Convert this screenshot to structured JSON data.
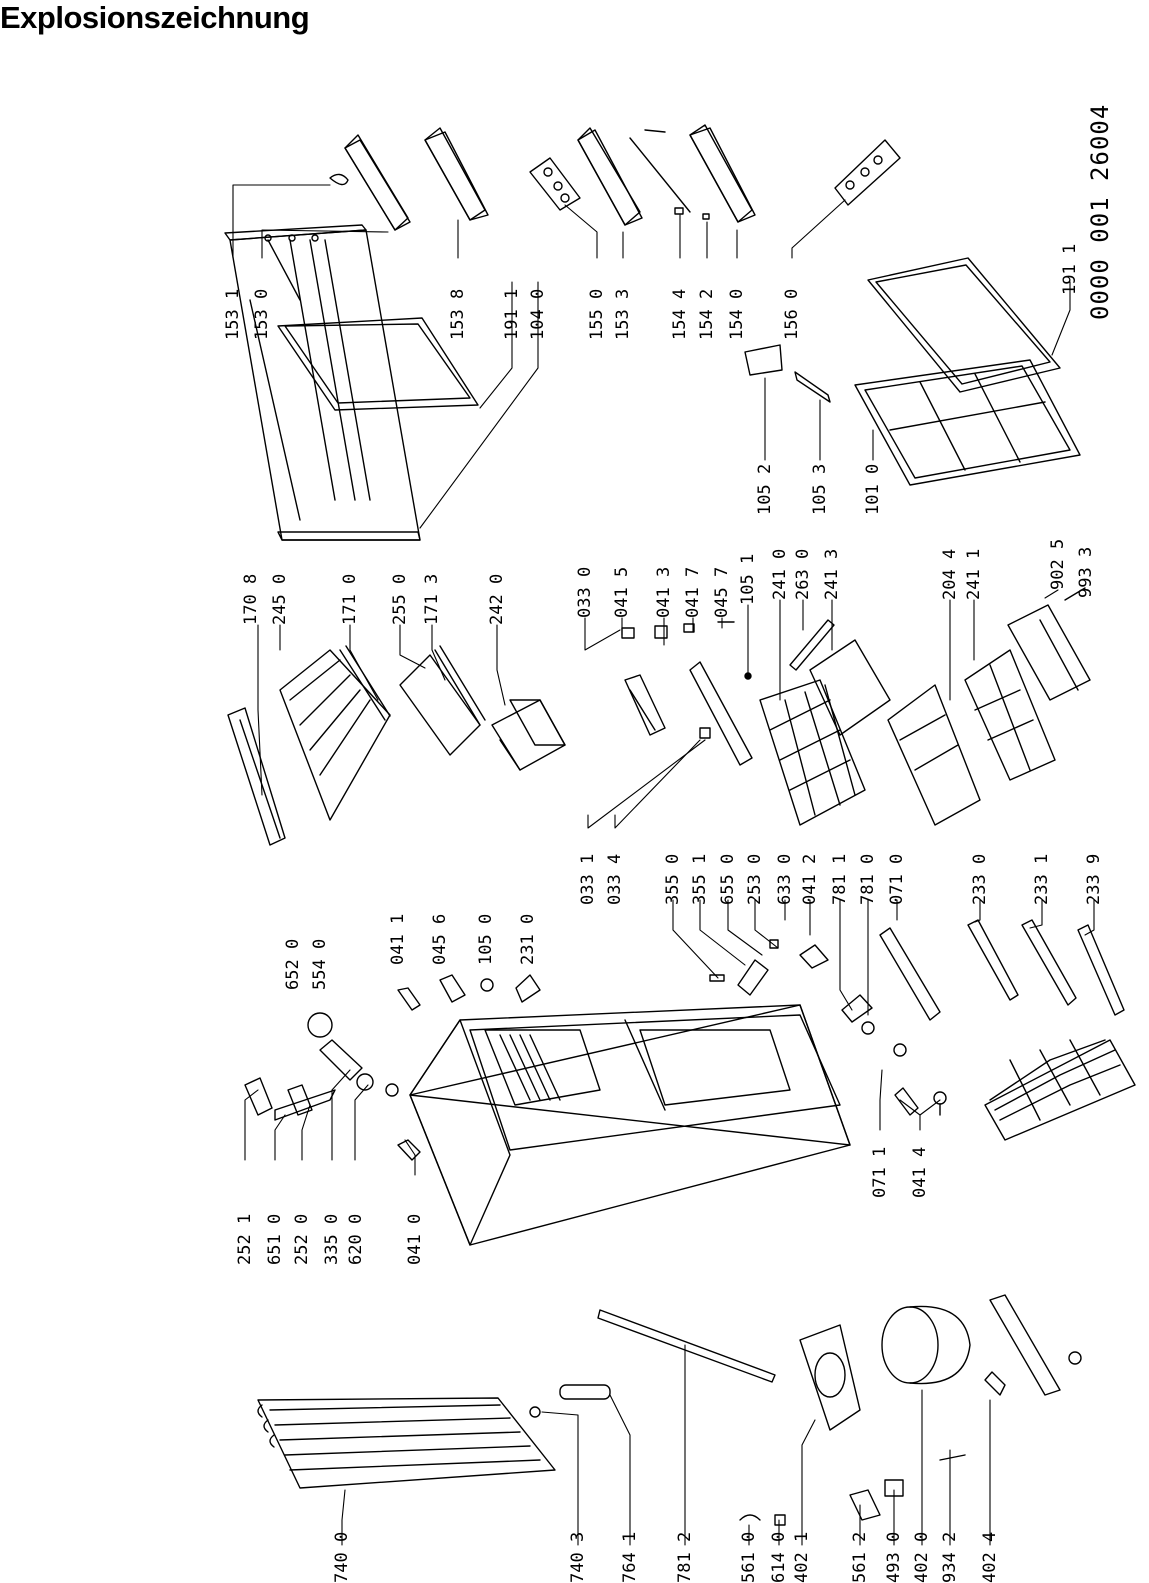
{
  "title": "Explosionszeichnung",
  "doc_number": "0000 001 26004",
  "labels": {
    "l153_1": "153 1",
    "l153_0": "153 0",
    "l153_8": "153 8",
    "l191_1a": "191 1",
    "l104_0": "104 0",
    "l155_0": "155 0",
    "l153_3": "153 3",
    "l154_4": "154 4",
    "l154_2": "154 2",
    "l154_0": "154 0",
    "l156_0": "156 0",
    "l191_1b": "191 1",
    "l105_2": "105 2",
    "l105_3": "105 3",
    "l101_0": "101 0",
    "l170_8": "170 8",
    "l245_0": "245 0",
    "l171_0": "171 0",
    "l255_0": "255 0",
    "l171_3": "171 3",
    "l242_0": "242 0",
    "l033_0": "033 0",
    "l041_5": "041 5",
    "l041_3": "041 3",
    "l041_7": "041 7",
    "l045_7": "045 7",
    "l105_1": "105 1",
    "l241_0": "241 0",
    "l263_0": "263 0",
    "l241_3": "241 3",
    "l204_4": "204 4",
    "l241_1": "241 1",
    "l902_5": "902 5",
    "l993_3": "993 3",
    "l033_1": "033 1",
    "l033_4": "033 4",
    "l355_0": "355 0",
    "l355_1": "355 1",
    "l655_0": "655 0",
    "l253_0": "253 0",
    "l633_0": "633 0",
    "l041_2": "041 2",
    "l781_1": "781 1",
    "l781_0": "781 0",
    "l071_0": "071 0",
    "l233_0": "233 0",
    "l233_1": "233 1",
    "l233_9": "233 9",
    "l652_0": "652 0",
    "l554_0": "554 0",
    "l041_1": "041 1",
    "l045_6": "045 6",
    "l105_0": "105 0",
    "l231_0": "231 0",
    "l252_1": "252 1",
    "l651_0": "651 0",
    "l252_0": "252 0",
    "l335_0": "335 0",
    "l620_0": "620 0",
    "l041_0": "041 0",
    "l071_1": "071 1",
    "l041_4": "041 4",
    "l740_0": "740 0",
    "l740_3": "740 3",
    "l764_1": "764 1",
    "l781_2": "781 2",
    "l561_0": "561 0",
    "l614_0": "614 0",
    "l402_1": "402 1",
    "l561_2": "561 2",
    "l493_0": "493 0",
    "l402_0": "402 0",
    "l934_2": "934 2",
    "l402_4": "402 4"
  }
}
